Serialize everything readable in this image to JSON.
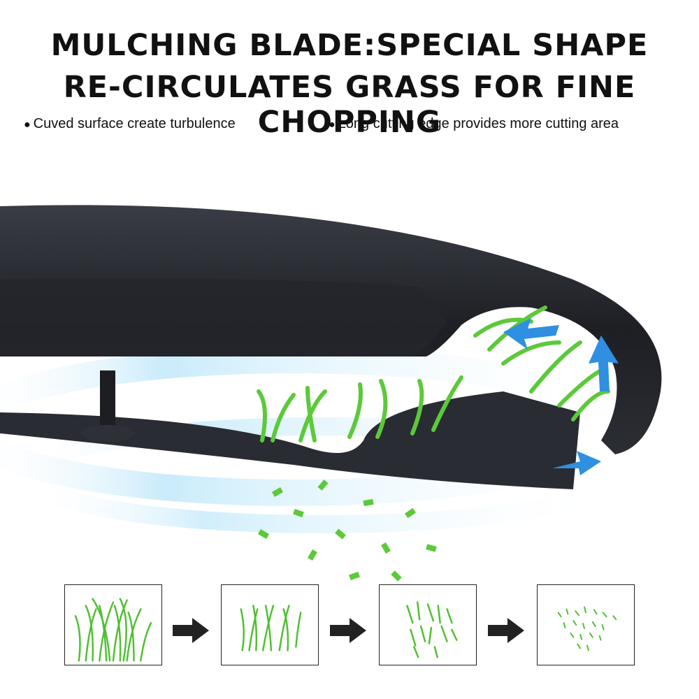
{
  "headline": {
    "line1": "MULCHING BLADE:SPECIAL SHAPE",
    "line2": "RE-CIRCULATES GRASS FOR FINE CHOPPING"
  },
  "bullets": [
    "Cuved surface create turbulence",
    "Long cutting edge provides more cutting area"
  ],
  "bullet_glyph": "●",
  "colors": {
    "blade": "#24262c",
    "grass": "#5cc93a",
    "airflow": "#6fc6f2",
    "arrow": "#2f8fe0",
    "text": "#111111"
  },
  "icons": [
    "blade-illustration",
    "grass-stage-icon",
    "right-arrow-icon"
  ]
}
